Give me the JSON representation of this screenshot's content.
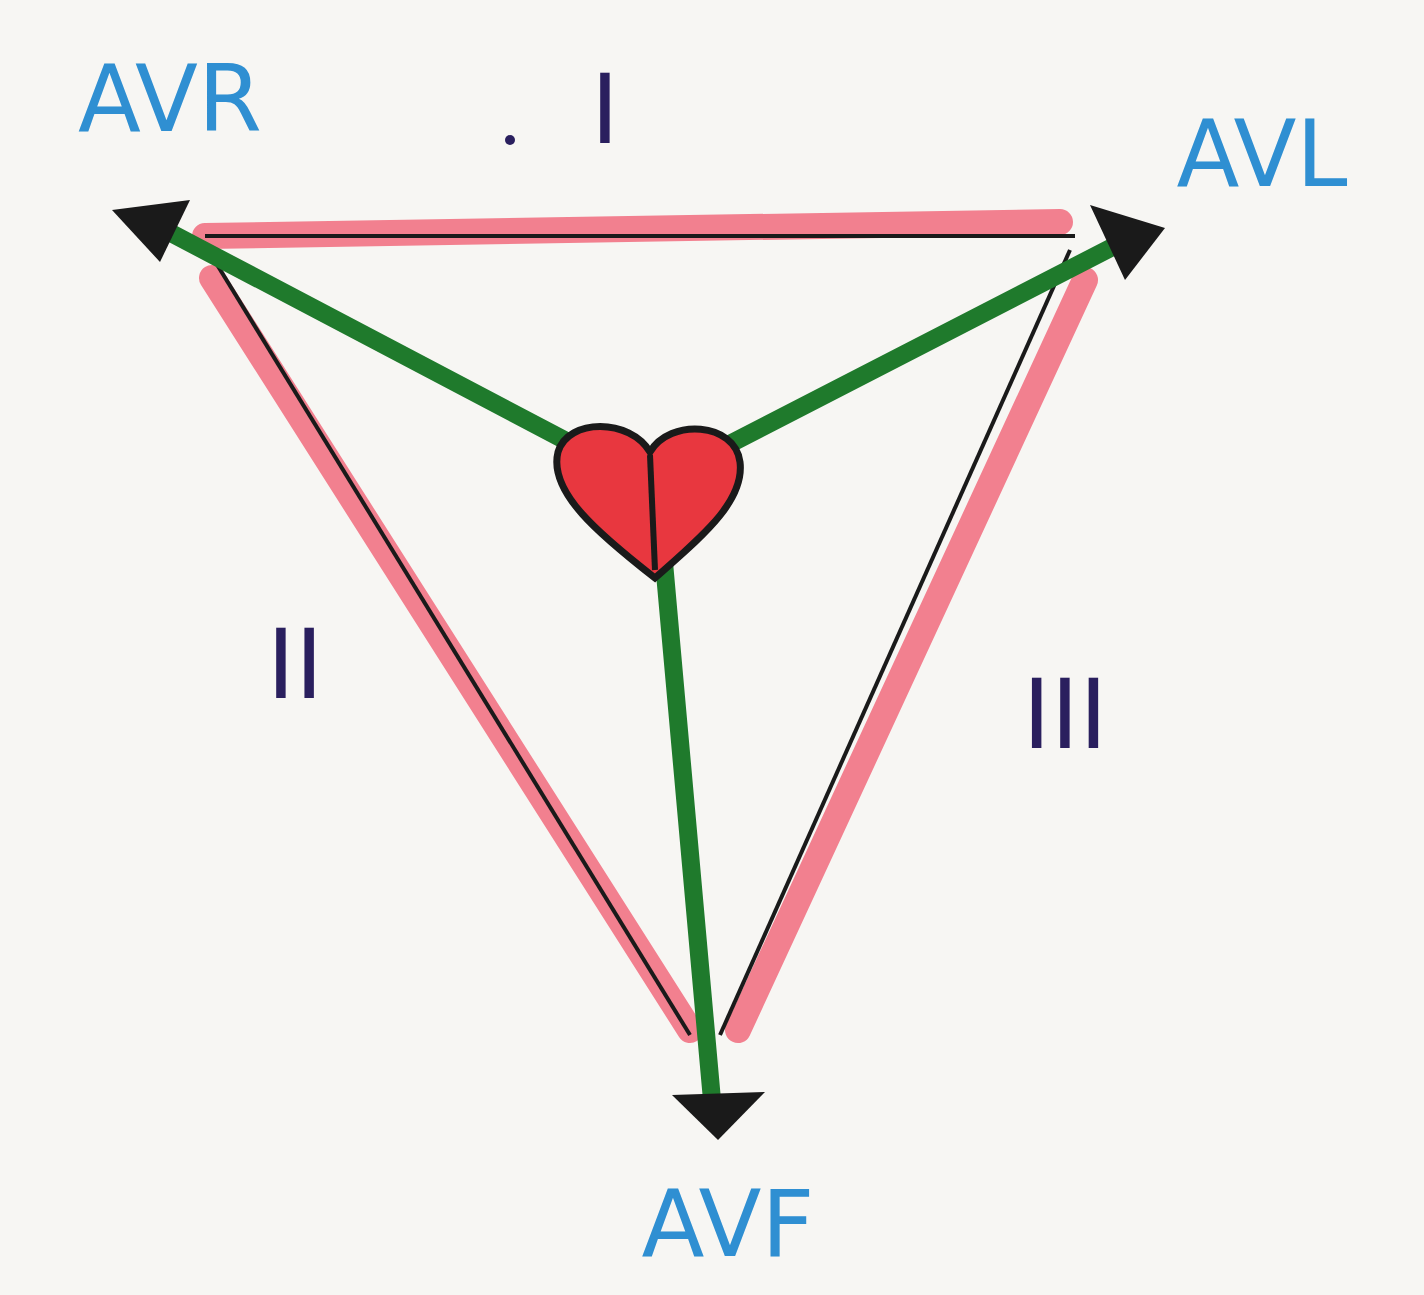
{
  "diagram": {
    "labels": [
      "AVR",
      "I",
      "AVL",
      "II",
      "III",
      "AVF"
    ]
  }
}
